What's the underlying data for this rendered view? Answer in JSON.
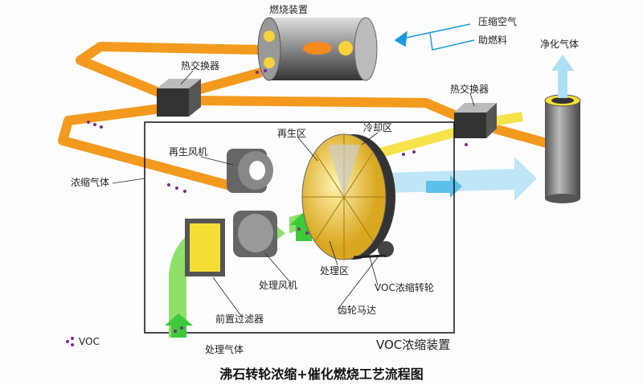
{
  "title": "沸石转轮浓缩+催化燃烧工艺流程图",
  "labels": {
    "burner": "燃烧装置",
    "compressed_air": "压缩空气",
    "fuel": "助燃料",
    "clean_gas": "净化气体",
    "heat_exchanger_left": "热交换器",
    "heat_exchanger_right": "热交换器",
    "regen_zone": "再生区",
    "cooling_zone": "冷却区",
    "regen_fan": "再生风机",
    "concentrated_gas": "浓缩气体",
    "process_zone": "处理区",
    "process_fan": "处理风机",
    "voc_wheel": "VOC浓缩转轮",
    "pre_filter": "前置过滤器",
    "gear_motor": "齿轮马达",
    "process_gas": "处理气体",
    "voc_device": "VOC浓缩装置"
  },
  "legend": {
    "voc": "VOC"
  },
  "colors": {
    "hot": "#f39a1e",
    "warm": "#f6e24a",
    "process": "#7ed35a",
    "clean": "#8fd3f2",
    "voc_dot": "#7a2a8a"
  }
}
